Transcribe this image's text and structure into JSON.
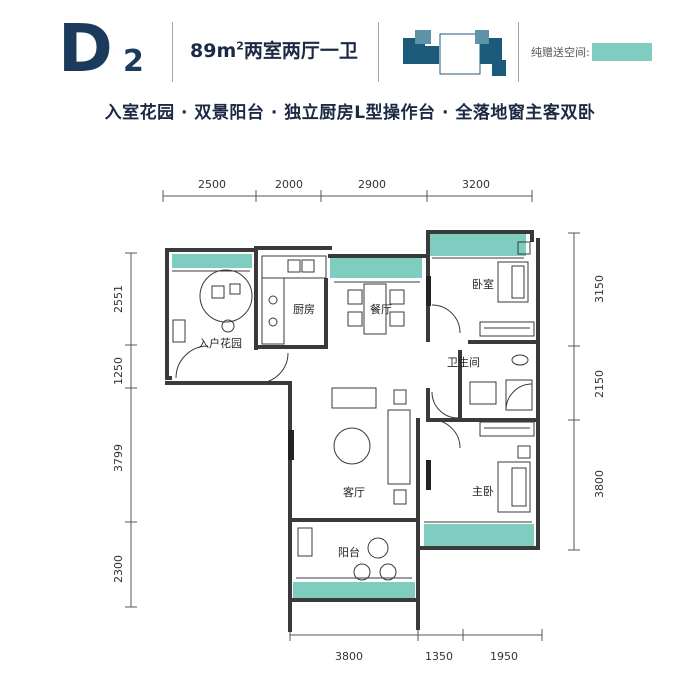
{
  "header": {
    "unit_letter": "D",
    "unit_number": "2",
    "area_value": "89m",
    "area_sup": "2",
    "layout": "两室两厅一卫",
    "legend_label": "纯赠送空间:",
    "legend_color": "#7fcdc0",
    "tagline": "入室花园 · 双景阳台 · 独立厨房L型操作台 · 全落地窗主客双卧"
  },
  "plan": {
    "rooms": {
      "entry_garden": "入户花园",
      "kitchen": "厨房",
      "dining": "餐厅",
      "bedroom": "卧室",
      "bathroom": "卫生间",
      "living": "客厅",
      "master": "主卧",
      "balcony": "阳台"
    },
    "dims_top": [
      "2500",
      "2000",
      "2900",
      "3200"
    ],
    "dims_bottom": [
      "3800",
      "1350",
      "1950"
    ],
    "dims_left": [
      "2551",
      "1250",
      "3799",
      "2300"
    ],
    "dims_right": [
      "3150",
      "2150",
      "3800"
    ],
    "wall_color": "#3a3a3a",
    "bonus_color": "#7fcdc0",
    "accent_color": "#1b3a5c"
  }
}
